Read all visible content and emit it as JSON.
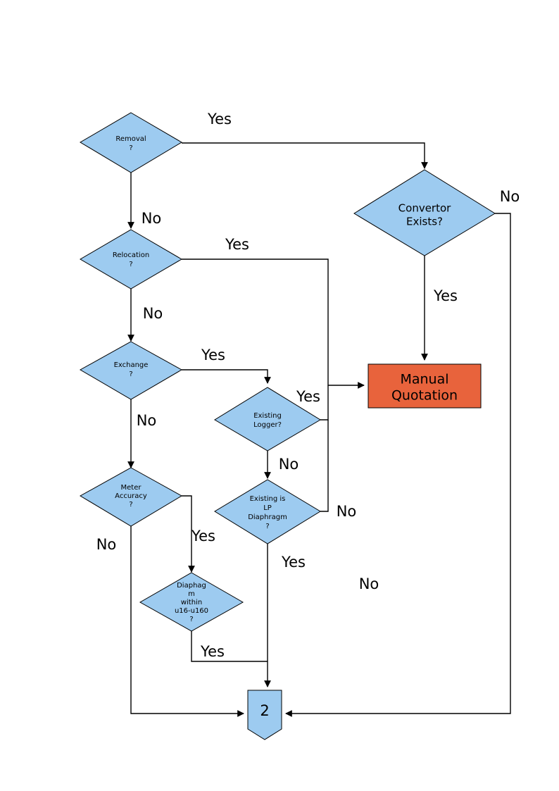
{
  "diagram": {
    "type": "flowchart",
    "title": "",
    "colors": {
      "decision_fill": "#9DCBF0",
      "process_fill": "#E8633C",
      "connector_fill": "#9DCBF0",
      "stroke": "#000000",
      "background": "#FFFFFF"
    },
    "nodes": [
      {
        "id": "removal",
        "shape": "decision",
        "label": "Removal\n?"
      },
      {
        "id": "relocation",
        "shape": "decision",
        "label": "Relocation\n?"
      },
      {
        "id": "exchange",
        "shape": "decision",
        "label": "Exchange\n?"
      },
      {
        "id": "meter_acc",
        "shape": "decision",
        "label": "Meter\nAccuracy\n?"
      },
      {
        "id": "convertor",
        "shape": "decision",
        "label": "Convertor\nExists?"
      },
      {
        "id": "ex_logger",
        "shape": "decision",
        "label": "Existing\nLogger?"
      },
      {
        "id": "ex_lp",
        "shape": "decision",
        "label": "Existing is\nLP\nDiaphragm\n?"
      },
      {
        "id": "diaphagm",
        "shape": "decision",
        "label": "Diaphag\nm\nwithin\nu16-u160\n?"
      },
      {
        "id": "manual",
        "shape": "process",
        "label": "Manual\nQuotation"
      },
      {
        "id": "conn2",
        "shape": "connector",
        "label": "2"
      }
    ],
    "node_text": {
      "removal": [
        "Removal",
        "?"
      ],
      "relocation": [
        "Relocation",
        "?"
      ],
      "exchange": [
        "Exchange",
        "?"
      ],
      "meter_acc": [
        "Meter",
        "Accuracy",
        "?"
      ],
      "convertor": [
        "Convertor",
        "Exists?"
      ],
      "ex_logger": [
        "Existing",
        "Logger?"
      ],
      "ex_lp": [
        "Existing is",
        "LP",
        "Diaphragm",
        "?"
      ],
      "diaphagm": [
        "Diaphag",
        "m",
        "within",
        "u16-u160",
        "?"
      ],
      "manual": [
        "Manual",
        "Quotation"
      ],
      "conn2": [
        "2"
      ]
    },
    "edges": [
      {
        "id": "e1",
        "from": "removal",
        "to": "convertor",
        "label": "Yes"
      },
      {
        "id": "e2",
        "from": "removal",
        "to": "relocation",
        "label": "No"
      },
      {
        "id": "e3",
        "from": "relocation",
        "to": "manual",
        "label": "Yes"
      },
      {
        "id": "e4",
        "from": "relocation",
        "to": "exchange",
        "label": "No"
      },
      {
        "id": "e5",
        "from": "exchange",
        "to": "ex_logger",
        "label": "Yes"
      },
      {
        "id": "e6",
        "from": "exchange",
        "to": "meter_acc",
        "label": "No"
      },
      {
        "id": "e7",
        "from": "convertor",
        "to": "manual",
        "label": "Yes"
      },
      {
        "id": "e8",
        "from": "convertor",
        "to": "conn2",
        "label": "No"
      },
      {
        "id": "e9",
        "from": "ex_logger",
        "to": "manual",
        "label": "Yes"
      },
      {
        "id": "e10",
        "from": "ex_logger",
        "to": "ex_lp",
        "label": "No"
      },
      {
        "id": "e11",
        "from": "ex_lp",
        "to": "manual",
        "label": "No"
      },
      {
        "id": "e12",
        "from": "ex_lp",
        "to": "conn2",
        "label": "Yes"
      },
      {
        "id": "e13",
        "from": "meter_acc",
        "to": "diaphagm",
        "label": "Yes"
      },
      {
        "id": "e14",
        "from": "meter_acc",
        "to": "conn2",
        "label": "No"
      },
      {
        "id": "e15",
        "from": "diaphagm",
        "to": "conn2",
        "label": "Yes"
      }
    ],
    "edge_labels": {
      "e1": "Yes",
      "e2": "No",
      "e3": "Yes",
      "e4": "No",
      "e5": "Yes",
      "e6": "No",
      "e7": "Yes",
      "e8": "No",
      "e9": "Yes",
      "e10": "No",
      "e11": "No",
      "e12": "Yes",
      "e13": "Yes",
      "e14": "No",
      "e15": "Yes"
    }
  }
}
